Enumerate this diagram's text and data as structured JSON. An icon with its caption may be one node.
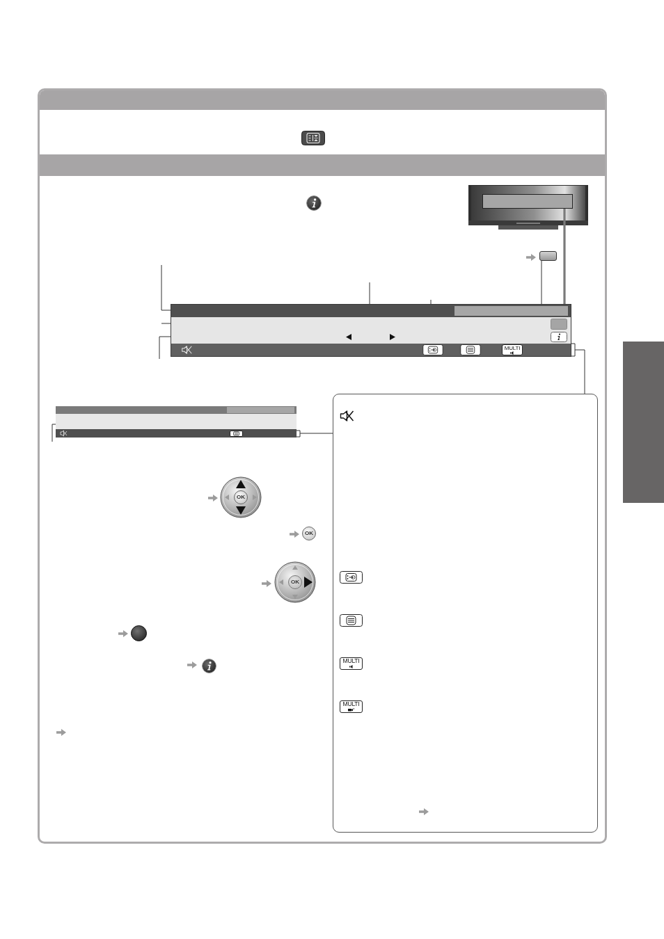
{
  "diagram": {
    "nodes": [
      {
        "text": [],
        "shape": "box"
      },
      {
        "text": [],
        "shape": "box"
      },
      {
        "text": [
          "MULTI"
        ]
      },
      {
        "text": [],
        "shape": "picture"
      },
      {
        "text": [
          "MULTI",
          "MULTI"
        ]
      },
      {
        "text": [],
        "shape": "box"
      }
    ],
    "edges": [
      {
        "from": 0,
        "to": 2,
        "arrow": "none",
        "style": "thick",
        "color": "#7a7a7a"
      },
      {
        "from": 1,
        "to": 2,
        "arrow": "none"
      },
      {
        "from": null,
        "to": 2,
        "arrow": "none"
      },
      {
        "from": null,
        "to": 2,
        "arrow": "none"
      },
      {
        "from": null,
        "to": 2,
        "arrow": "none"
      },
      {
        "from": null,
        "to": 2,
        "arrow": "none"
      },
      {
        "from": null,
        "to": 2,
        "arrow": "none"
      },
      {
        "from": 2,
        "to": 4,
        "arrow": "none"
      },
      {
        "from": 3,
        "to": 4,
        "arrow": "none"
      },
      {
        "from": null,
        "to": 3,
        "arrow": "none"
      }
    ],
    "labels": [
      "OK",
      "OK",
      "OK"
    ]
  }
}
